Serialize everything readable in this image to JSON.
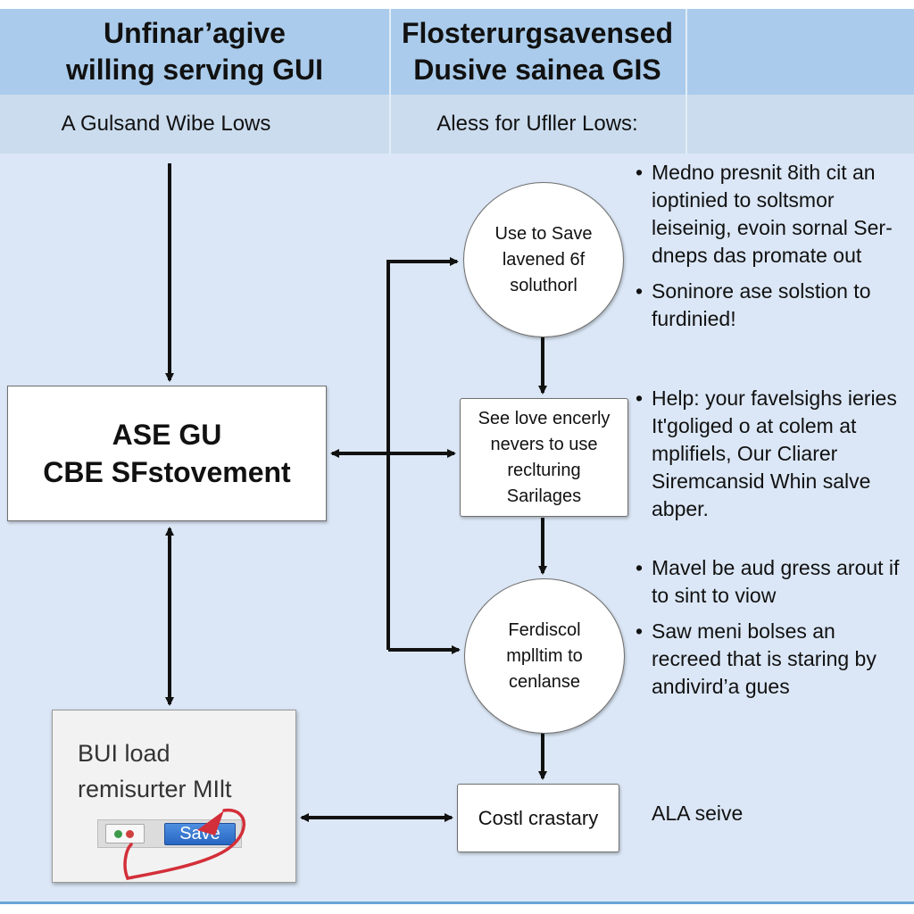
{
  "header": {
    "left_title": "Unfinar’agive\nwilling serving GUI",
    "right_title": "Flosterurgsavensed\nDusive sainea GIS",
    "left_subtitle": "A Gulsand Wibe Lows",
    "right_subtitle": "Aless for Ufller Lows:"
  },
  "nodes": {
    "main_box": "ASE GU\nCBE SFstovement",
    "circle_top": "Use to Save\nlavened 6f\nsoluthorl",
    "step_box": "See love encerly\nnevers to use\nreclturing\nSarilages",
    "circle_bottom": "Ferdiscol\nmplltim to\ncenlanse",
    "end_box": "Costl crastary"
  },
  "gui_preview": {
    "text": "BUI load\nremisurter MIlt",
    "save_label": "Save"
  },
  "bullets": [
    "Medno presnit 8ith cit an\niоptinied to soltsmor\nleiseinig, evoin sornal Ser-\ndneps das promate out",
    "Soninore ase solstion to\nfurdinied!",
    "Help: your favelsighs ieries\nIt'goliged o at colem at\nmplifiels, Our Cliarer\nSiremcansid Whin salve\nabper.",
    "Mavel be aud gress arout if\nto sint to viow",
    "Saw meni bolses an\nrecreed that is staring by\nandivird’a gues"
  ],
  "end_note": "ALA seive",
  "colors": {
    "header_bg": "#aacbeb",
    "subheader_bg": "#cbdcee",
    "canvas_bg": "#dbe7f6",
    "annotation_red": "#d32f3a",
    "save_blue": "#2f73d0"
  }
}
